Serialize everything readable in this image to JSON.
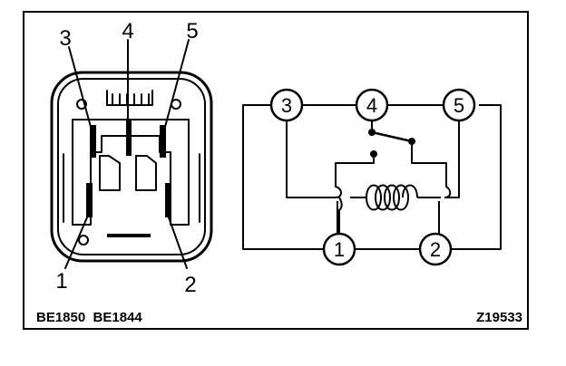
{
  "connector_view": {
    "pin_labels": [
      "1",
      "2",
      "3",
      "4",
      "5"
    ]
  },
  "schematic": {
    "terminals": [
      "1",
      "2",
      "3",
      "4",
      "5"
    ]
  },
  "footer": {
    "part_codes": "BE1850  BE1844",
    "figure_id": "Z19533"
  }
}
